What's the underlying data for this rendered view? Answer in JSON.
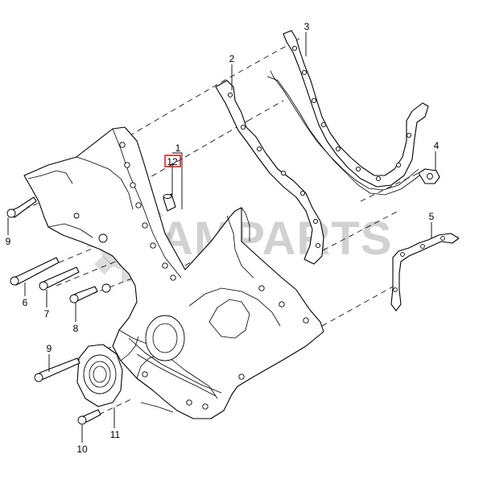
{
  "callouts": {
    "c1": "1",
    "c2": "2",
    "c3": "3",
    "c4": "4",
    "c5": "5",
    "c6": "6",
    "c7": "7",
    "c8": "8",
    "c9a": "9",
    "c9b": "9",
    "c10": "10",
    "c11": "11",
    "c12": "12"
  },
  "watermark": {
    "text": "AMPARTS",
    "logo_icon": "gear-icon"
  },
  "highlight": {
    "target": "12",
    "color": "#d40000"
  }
}
